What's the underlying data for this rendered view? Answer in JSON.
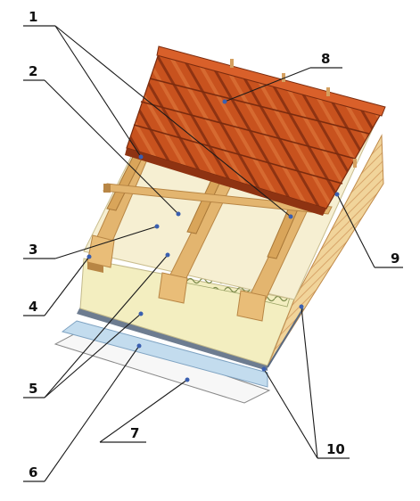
{
  "callouts": {
    "c1": "1",
    "c2": "2",
    "c3": "3",
    "c4": "4",
    "c5": "5",
    "c6": "6",
    "c7": "7",
    "c8": "8",
    "c9": "9",
    "c10": "10"
  },
  "colors": {
    "tile": "#c8521e",
    "tile_dark": "#8e3312",
    "wood": "#e3b56f",
    "wood_dark": "#b88645",
    "insulation": "#f3eec0",
    "membrane": "#f6efd2",
    "vapor_barrier": "#c3dcee",
    "lining": "#f7f7f7",
    "metal_strip": "#6d7c90"
  }
}
